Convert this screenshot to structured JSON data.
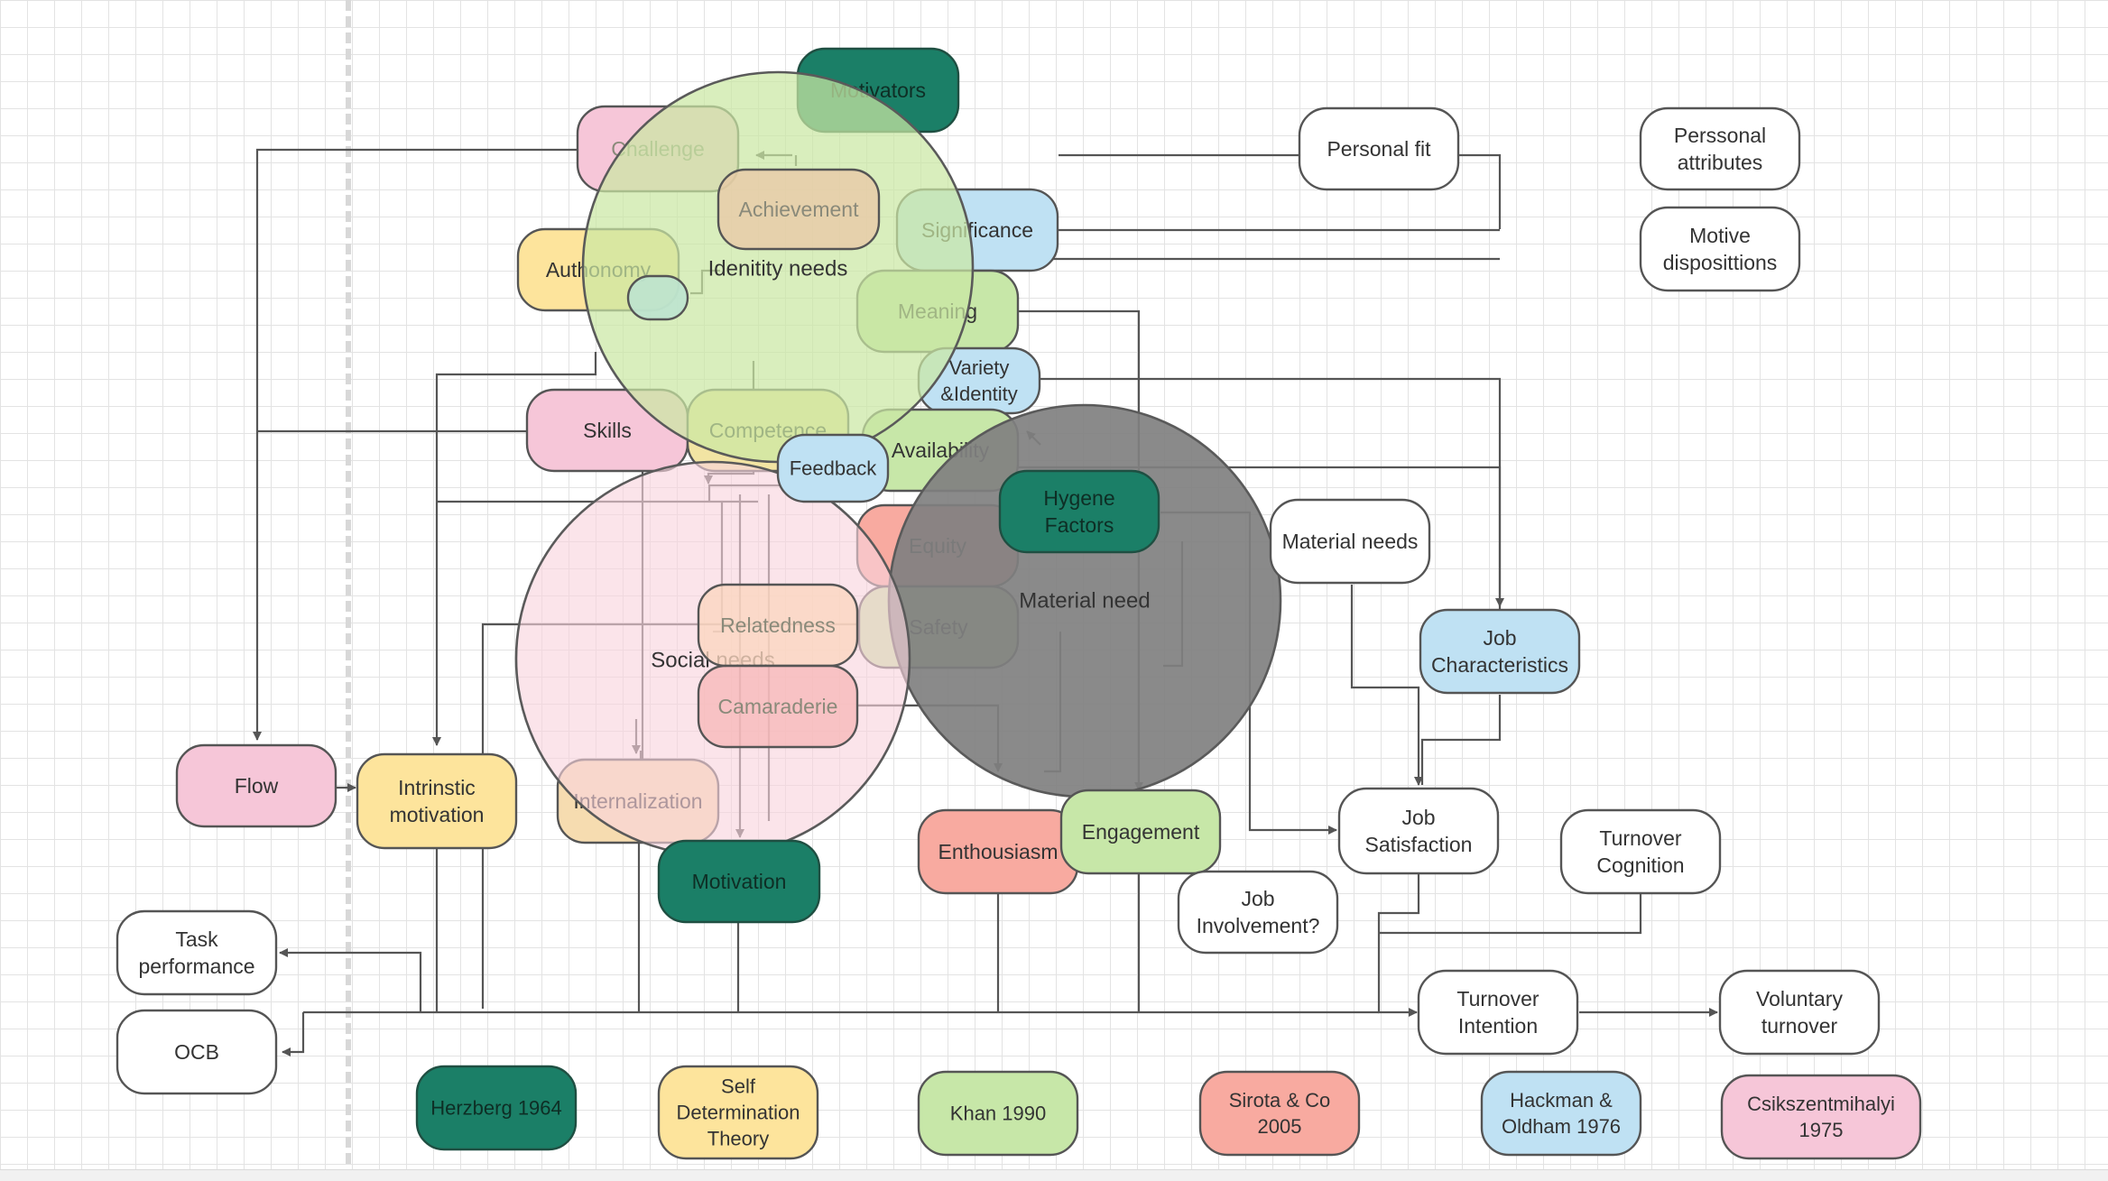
{
  "nodes": {
    "motivators": {
      "label": "Motivators",
      "color": "#1b7f67"
    },
    "challenge": {
      "label": "Challenge",
      "color": "#f6c6d8"
    },
    "achievement": {
      "label": "Achievement",
      "color": "#e9c9a7"
    },
    "significance": {
      "label": "Significance",
      "color": "#bfe1f3"
    },
    "autonomy": {
      "label": "Authonomy",
      "color": "#fde49c"
    },
    "identity_chip": {
      "label": "",
      "color": "#bde3cf"
    },
    "meaning": {
      "label": "Meaning",
      "color": "#c7e7a8"
    },
    "variety": {
      "label": "Variety\n&Identity",
      "color": "#bfe1f3"
    },
    "skills": {
      "label": "Skills",
      "color": "#f6c6d8"
    },
    "competence": {
      "label": "Competence",
      "color": "#f2e4a3"
    },
    "feedback": {
      "label": "Feedback",
      "color": "#bfe1f3"
    },
    "availability": {
      "label": "Availability",
      "color": "#c7e7a8"
    },
    "hygene": {
      "label": "Hygene\nFactors",
      "color": "#1b7f67"
    },
    "equity": {
      "label": "Equity",
      "color": "#f8aaa0"
    },
    "safety": {
      "label": "Safety",
      "color": "#c7e7a8"
    },
    "relatedness": {
      "label": "Relatedness",
      "color": "#fbd6bf"
    },
    "camaraderie": {
      "label": "Camaraderie",
      "color": "#f7b9b9"
    },
    "internalization": {
      "label": "Internalization",
      "color": "#f6dcb0"
    },
    "flow": {
      "label": "Flow",
      "color": "#f6c6d8"
    },
    "intrinsic": {
      "label": "Intrinstic\nmotivation",
      "color": "#fde49c"
    },
    "motivation": {
      "label": "Motivation",
      "color": "#1b7f67"
    },
    "enthousiasm": {
      "label": "Enthousiasm",
      "color": "#f8aaa0"
    },
    "engagement": {
      "label": "Engagement",
      "color": "#c7e7a8"
    },
    "material_needs": {
      "label": "Material needs",
      "color": "#ffffff"
    },
    "job_characteristics": {
      "label": "Job\nCharacteristics",
      "color": "#bfe1f3"
    },
    "job_satisfaction": {
      "label": "Job\nSatisfaction",
      "color": "#ffffff"
    },
    "job_involvement": {
      "label": "Job\nInvolvement?",
      "color": "#ffffff"
    },
    "turnover_cognition": {
      "label": "Turnover\nCognition",
      "color": "#ffffff"
    },
    "turnover_intention": {
      "label": "Turnover\nIntention",
      "color": "#ffffff"
    },
    "voluntary_turnover": {
      "label": "Voluntary\nturnover",
      "color": "#ffffff"
    },
    "task_performance": {
      "label": "Task\nperformance",
      "color": "#ffffff"
    },
    "ocb": {
      "label": "OCB",
      "color": "#ffffff"
    },
    "personal_fit": {
      "label": "Personal fit",
      "color": "#ffffff"
    },
    "personal_attributes": {
      "label": "Perssonal\nattributes",
      "color": "#ffffff"
    },
    "motive_dispositions": {
      "label": "Motive\ndisposittions",
      "color": "#ffffff"
    }
  },
  "legend": {
    "herzberg": {
      "label": "Herzberg 1964",
      "color": "#1b7f67"
    },
    "sdt": {
      "label": "Self\nDetermination\nTheory",
      "color": "#fde49c"
    },
    "khan": {
      "label": "Khan 1990",
      "color": "#c7e7a8"
    },
    "sirota": {
      "label": "Sirota & Co\n2005",
      "color": "#f8aaa0"
    },
    "hackman": {
      "label": "Hackman &\nOldham 1976",
      "color": "#bfe1f3"
    },
    "csikszentmihalyi": {
      "label": "Csikszentmihalyi\n1975",
      "color": "#f6c6d8"
    }
  },
  "circles": {
    "identity": {
      "label": "Idenitity needs",
      "color": "#cbe8a4"
    },
    "social": {
      "label": "Social needs",
      "color": "#f8d3dd"
    },
    "material": {
      "label": "Material need",
      "color": "#808080"
    }
  },
  "colors": {
    "connector": "#555555",
    "node_border": "#555555",
    "node_text": "#333333",
    "grid": "#e3e3e3"
  }
}
